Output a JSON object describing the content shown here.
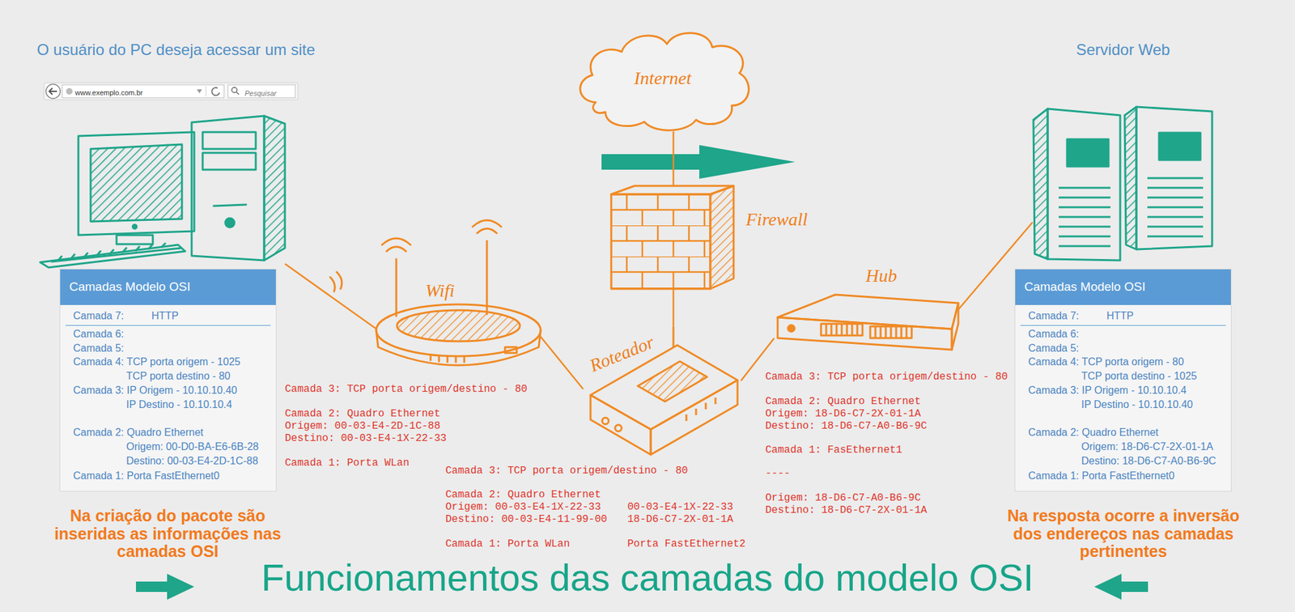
{
  "diagram": {
    "title": "Funcionamentos das camadas do modelo OSI",
    "nodes": [
      {
        "text": [
          "O usuário do PC deseja acessar um site"
        ]
      },
      {
        "text": [
          "Internet"
        ]
      },
      {
        "text": [
          "Firewall"
        ]
      },
      {
        "text": [
          "Wifi"
        ]
      },
      {
        "text": [
          "Roteador"
        ]
      },
      {
        "text": [
          "Hub"
        ]
      },
      {
        "text": [
          "Servidor Web"
        ]
      },
      {
        "text": [
          "Camadas Modelo OSI",
          "Camada 7:",
          "HTTP",
          "Camada 6:",
          "Camada 5:",
          "Camada 4: TCP porta origem - 1025",
          "TCP porta destino - 80",
          "Camada 3: IP Origem - 10.10.10.40",
          "IP Destino - 10.10.10.4",
          "Camada 2: Quadro Ethernet",
          "Origem: 00-D0-BA-E6-6B-28",
          "Destino: 00-03-E4-2D-1C-88",
          "Camada 1: Porta FastEthernet0"
        ]
      },
      {
        "text": [
          "Camadas Modelo OSI",
          "Camada 7:",
          "HTTP",
          "Camada 6:",
          "Camada 5:",
          "Camada 4: TCP porta origem - 80",
          "TCP porta destino - 1025",
          "Camada 3: IP Origem - 10.10.10.4",
          "IP Destino - 10.10.10.40",
          "Camada 2: Quadro Ethernet",
          "Origem: 18-D6-C7-2X-01-1A",
          "Destino: 18-D6-C7-A0-B6-9C",
          "Camada 1: Porta FastEthernet0"
        ]
      }
    ],
    "edges": [
      {
        "from": 0,
        "to": 3,
        "arrow": "none"
      },
      {
        "from": 3,
        "to": 4,
        "arrow": "none"
      },
      {
        "from": 4,
        "to": 2,
        "arrow": "none"
      },
      {
        "from": 2,
        "to": 1,
        "arrow": "none"
      },
      {
        "from": 4,
        "to": 5,
        "arrow": "none"
      },
      {
        "from": 5,
        "to": 6,
        "arrow": "none"
      }
    ],
    "labels": [
      "www.exemplo.com.br",
      "Pesquisar",
      "Camada 3: TCP porta origem/destino - 80",
      "Camada 2: Quadro Ethernet",
      "Origem: 00-03-E4-2D-1C-88",
      "Destino: 00-03-E4-1X-22-33",
      "Camada 1: Porta WLan",
      "Camada 3: TCP porta origem/destino - 80",
      "Camada 2: Quadro Ethernet",
      "Origem: 00-03-E4-1X-22-33",
      "00-03-E4-1X-22-33",
      "Destino: 00-03-E4-11-99-00",
      "18-D6-C7-2X-01-1A",
      "Camada 1: Porta WLan",
      "Porta FastEthernet2",
      "Camada 3: TCP porta origem/destino - 80",
      "Camada 2: Quadro Ethernet",
      "Origem: 18-D6-C7-2X-01-1A",
      "Destino: 18-D6-C7-A0-B6-9C",
      "Camada 1: FasEthernet1",
      "----",
      "Origem: 18-D6-C7-A0-B6-9C",
      "Destino: 18-D6-C7-2X-01-1A",
      "Na criação do pacote são inseridas as informações nas camadas OSI",
      "Na resposta ocorre a inversão dos endereços nas camadas pertinentes"
    ]
  }
}
